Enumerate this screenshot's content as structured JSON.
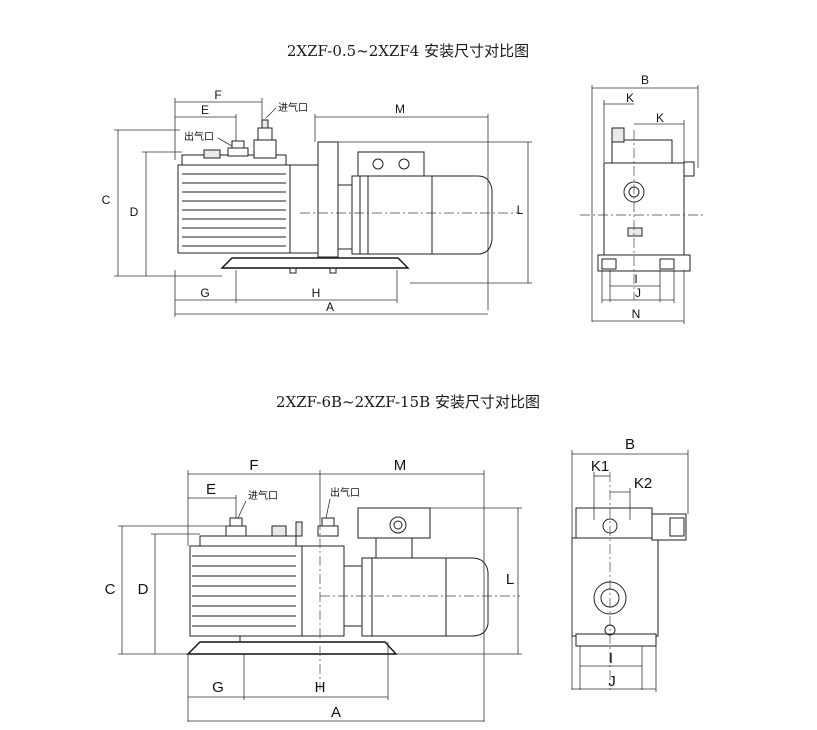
{
  "diagrams": [
    {
      "title": "2XZF-0.5~2XZF4 安装尺寸对比图",
      "labels": {
        "F": "F",
        "E": "E",
        "M": "M",
        "C": "C",
        "D": "D",
        "L": "L",
        "G": "G",
        "H": "H",
        "A": "A",
        "inlet": "进气口",
        "outlet": "出气口"
      },
      "side_labels": {
        "B": "B",
        "K1": "K",
        "K2": "K",
        "I": "I",
        "J": "J",
        "N": "N"
      }
    },
    {
      "title": "2XZF-6B~2XZF-15B 安装尺寸对比图",
      "labels": {
        "F": "F",
        "E": "E",
        "M": "M",
        "C": "C",
        "D": "D",
        "L": "L",
        "G": "G",
        "H": "H",
        "A": "A",
        "inlet": "进气口",
        "outlet": "出气口"
      },
      "side_labels": {
        "B": "B",
        "K1": "K1",
        "K2": "K2",
        "I": "I",
        "J": "J"
      }
    }
  ]
}
